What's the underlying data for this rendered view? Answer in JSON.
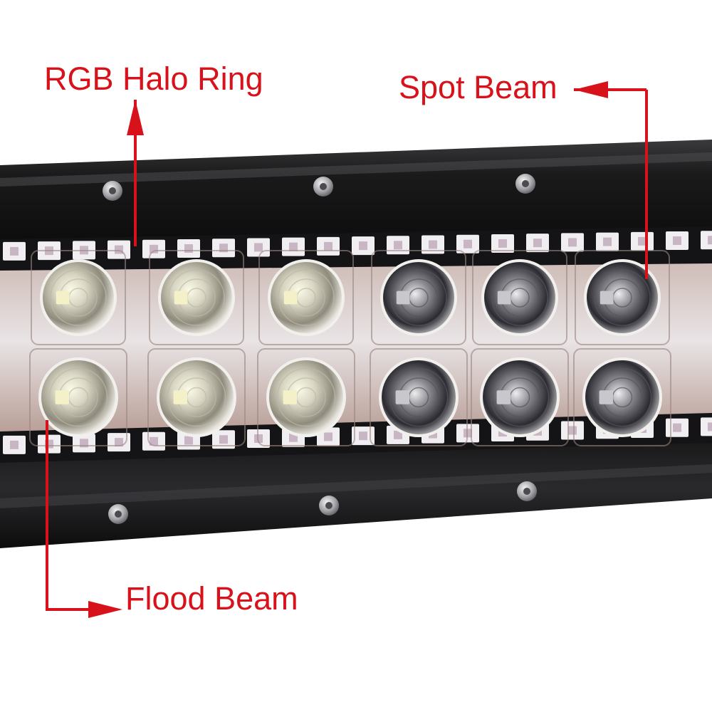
{
  "callouts": {
    "rgb_halo_ring": "RGB Halo Ring",
    "spot_beam": "Spot Beam",
    "flood_beam": "Flood Beam"
  },
  "colors": {
    "callout_text": "#d8121b",
    "arrow": "#d8121b",
    "housing": "#1c1c1e",
    "rgb_chip": "#f1eef2"
  },
  "icons": [
    "screw-icon",
    "rgb-chip-icon",
    "flood-led-icon",
    "spot-led-icon",
    "arrow-icon"
  ]
}
